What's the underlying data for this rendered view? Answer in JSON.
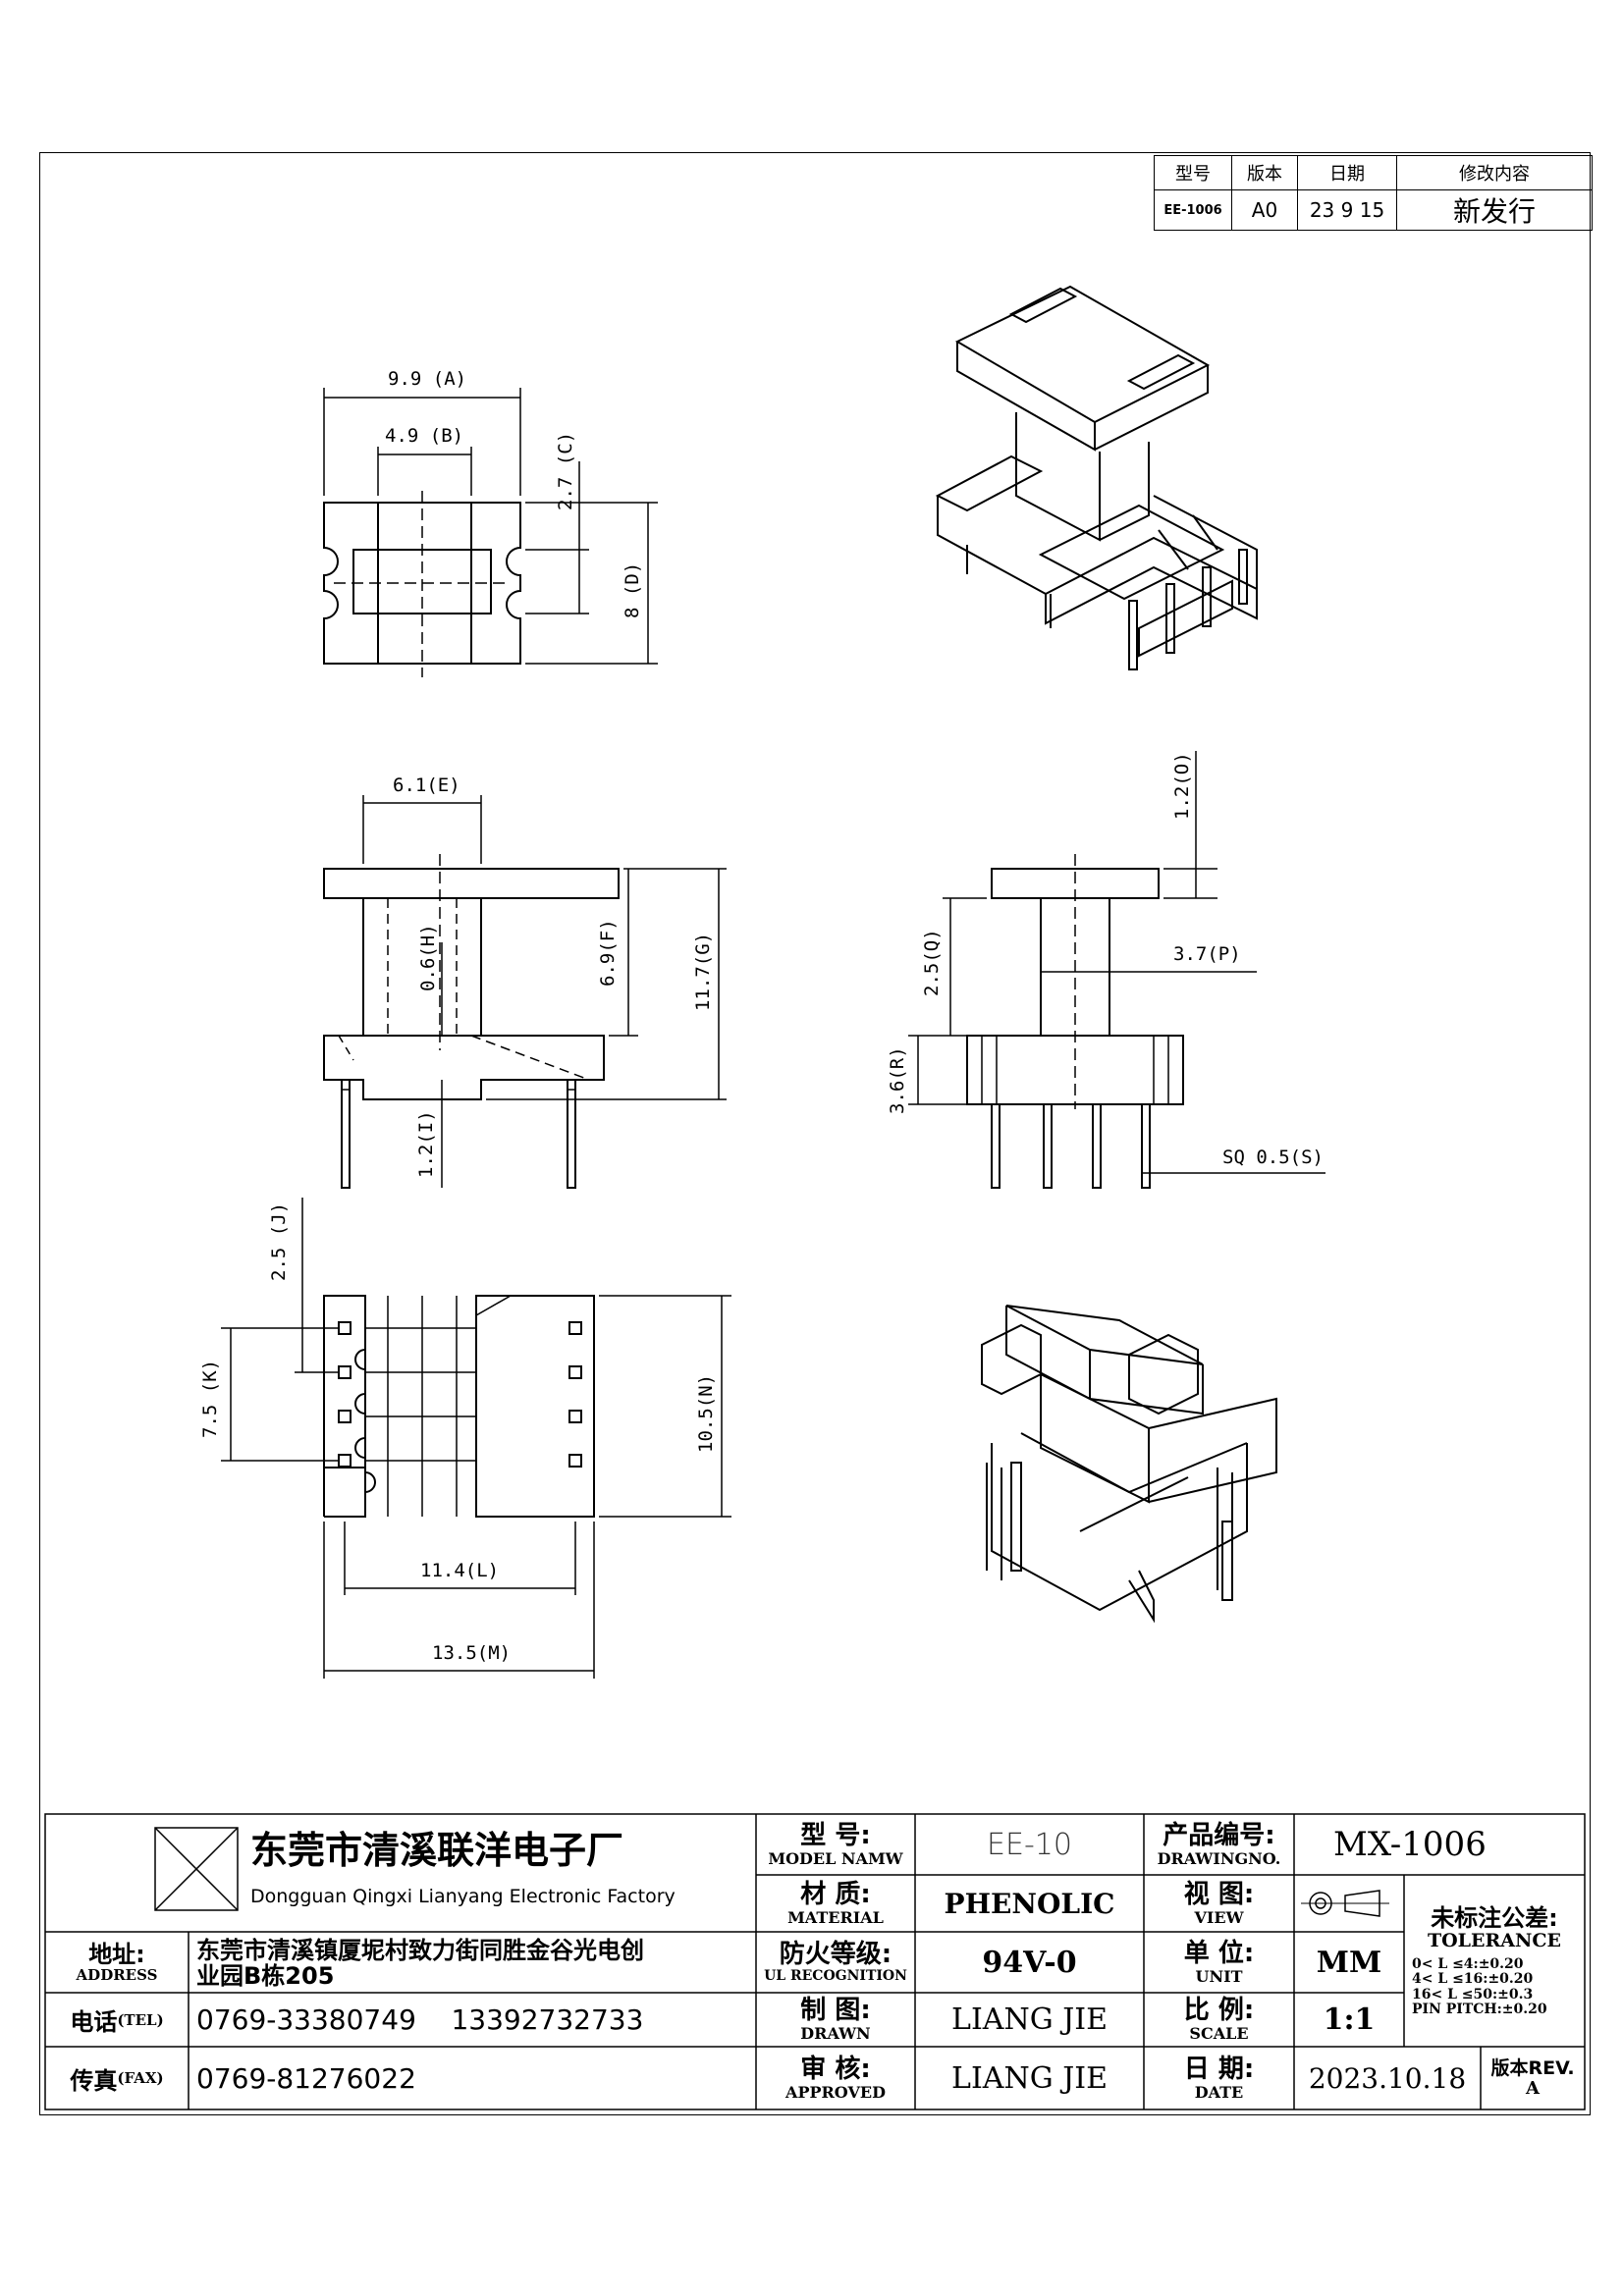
{
  "revision_table": {
    "headers": [
      "型号",
      "版本",
      "日期",
      "修改内容"
    ],
    "row": [
      "EE-1006",
      "A0",
      "23 9 15",
      "新发行"
    ]
  },
  "dimensions": {
    "A": "9.9 (A)",
    "B": "4.9 (B)",
    "C": "2.7 (C)",
    "D": "8 (D)",
    "E": "6.1(E)",
    "F": "6.9(F)",
    "G": "11.7(G)",
    "H": "0.6(H)",
    "I": "1.2(I)",
    "J": "2.5 (J)",
    "K": "7.5 (K)",
    "N": "10.5(N)",
    "L": "11.4(L)",
    "M": "13.5(M)",
    "O": "1.2(O)",
    "P": "3.7(P)",
    "Q": "2.5(Q)",
    "R": "3.6(R)",
    "S": "SQ 0.5(S)"
  },
  "title_block": {
    "company_cn": "东莞市清溪联洋电子厂",
    "company_en": "Dongguan Qingxi Lianyang Electronic Factory",
    "address_label_cn": "地址:",
    "address_label_en": "ADDRESS",
    "address_value_line1": "东莞市清溪镇厦坭村致力街同胜金谷光电创",
    "address_value_line2": "业园B栋205",
    "tel_label_cn": "电话",
    "tel_label_en": "(TEL)",
    "tel_value": "0769-33380749    13392732733",
    "fax_label_cn": "传真",
    "fax_label_en": "(FAX)",
    "fax_value": "0769-81276022",
    "model_label_cn": "型  号:",
    "model_label_en": "MODEL NAMW",
    "model_value": "EE-10",
    "material_label_cn": "材  质:",
    "material_label_en": "MATERIAL",
    "material_value": "PHENOLIC",
    "ul_label_cn": "防火等级:",
    "ul_label_en": "UL RECOGNITION",
    "ul_value": "94V-0",
    "drawn_label_cn": "制  图:",
    "drawn_label_en": "DRAWN",
    "drawn_value": "LIANG JIE",
    "approved_label_cn": "审  核:",
    "approved_label_en": "APPROVED",
    "approved_value": "LIANG JIE",
    "drawingno_label_cn": "产品编号:",
    "drawingno_label_en": "DRAWINGNO.",
    "drawingno_value": "MX-1006",
    "view_label_cn": "视  图:",
    "view_label_en": "VIEW",
    "unit_label_cn": "单  位:",
    "unit_label_en": "UNIT",
    "unit_value": "MM",
    "scale_label_cn": "比  例:",
    "scale_label_en": "SCALE",
    "scale_value": "1:1",
    "date_label_cn": "日  期:",
    "date_label_en": "DATE",
    "date_value": "2023.10.18",
    "tolerance_label_cn": "未标注公差:",
    "tolerance_label_en": "TOLERANCE",
    "tolerance_lines": [
      "0< L ≤4:±0.20",
      "4< L ≤16:±0.20",
      "16< L ≤50:±0.3",
      "PIN PITCH:±0.20"
    ],
    "rev_label_cn": "版本REV.",
    "rev_value": "A"
  }
}
